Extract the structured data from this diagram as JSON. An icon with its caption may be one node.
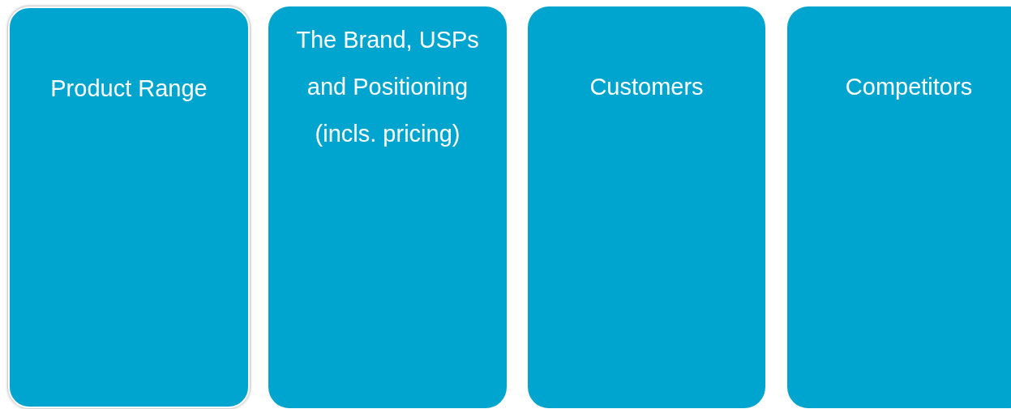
{
  "diagram": {
    "nodes": [
      {
        "text": [
          "Product Range"
        ]
      },
      {
        "text": [
          "The Brand, USPs and Positioning (incls. pricing)"
        ]
      },
      {
        "text": [
          "Customers"
        ]
      },
      {
        "text": [
          "Competitors"
        ]
      }
    ]
  }
}
